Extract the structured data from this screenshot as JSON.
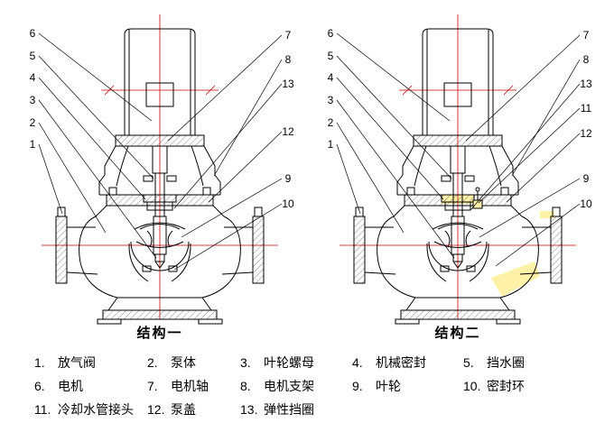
{
  "figure": {
    "structure1": {
      "caption": "结构一",
      "callouts_left": [
        "6",
        "5",
        "4",
        "3",
        "2",
        "1"
      ],
      "callouts_right": [
        "7",
        "8",
        "13",
        "12",
        "9",
        "10"
      ]
    },
    "structure2": {
      "caption": "结构二",
      "callouts_left": [
        "6",
        "5",
        "4",
        "3",
        "2",
        "1"
      ],
      "callouts_right": [
        "7",
        "8",
        "13",
        "11",
        "12",
        "9",
        "10"
      ]
    }
  },
  "legend": {
    "items": [
      {
        "num": "1.",
        "name": "放气阀"
      },
      {
        "num": "2.",
        "name": "泵体"
      },
      {
        "num": "3.",
        "name": "叶轮螺母"
      },
      {
        "num": "4.",
        "name": "机械密封"
      },
      {
        "num": "5.",
        "name": "挡水圈"
      },
      {
        "num": "6.",
        "name": "电机"
      },
      {
        "num": "7.",
        "name": "电机轴"
      },
      {
        "num": "8.",
        "name": "电机支架"
      },
      {
        "num": "9.",
        "name": "叶轮"
      },
      {
        "num": "10.",
        "name": "密封环"
      },
      {
        "num": "11.",
        "name": "冷却水管接头"
      },
      {
        "num": "12.",
        "name": "泵盖"
      },
      {
        "num": "13.",
        "name": "弹性挡圈"
      }
    ]
  },
  "colors": {
    "centerline_red": "#cc0000",
    "line_black": "#000000",
    "highlight_yellow": "#fff2a8",
    "background": "#ffffff"
  }
}
